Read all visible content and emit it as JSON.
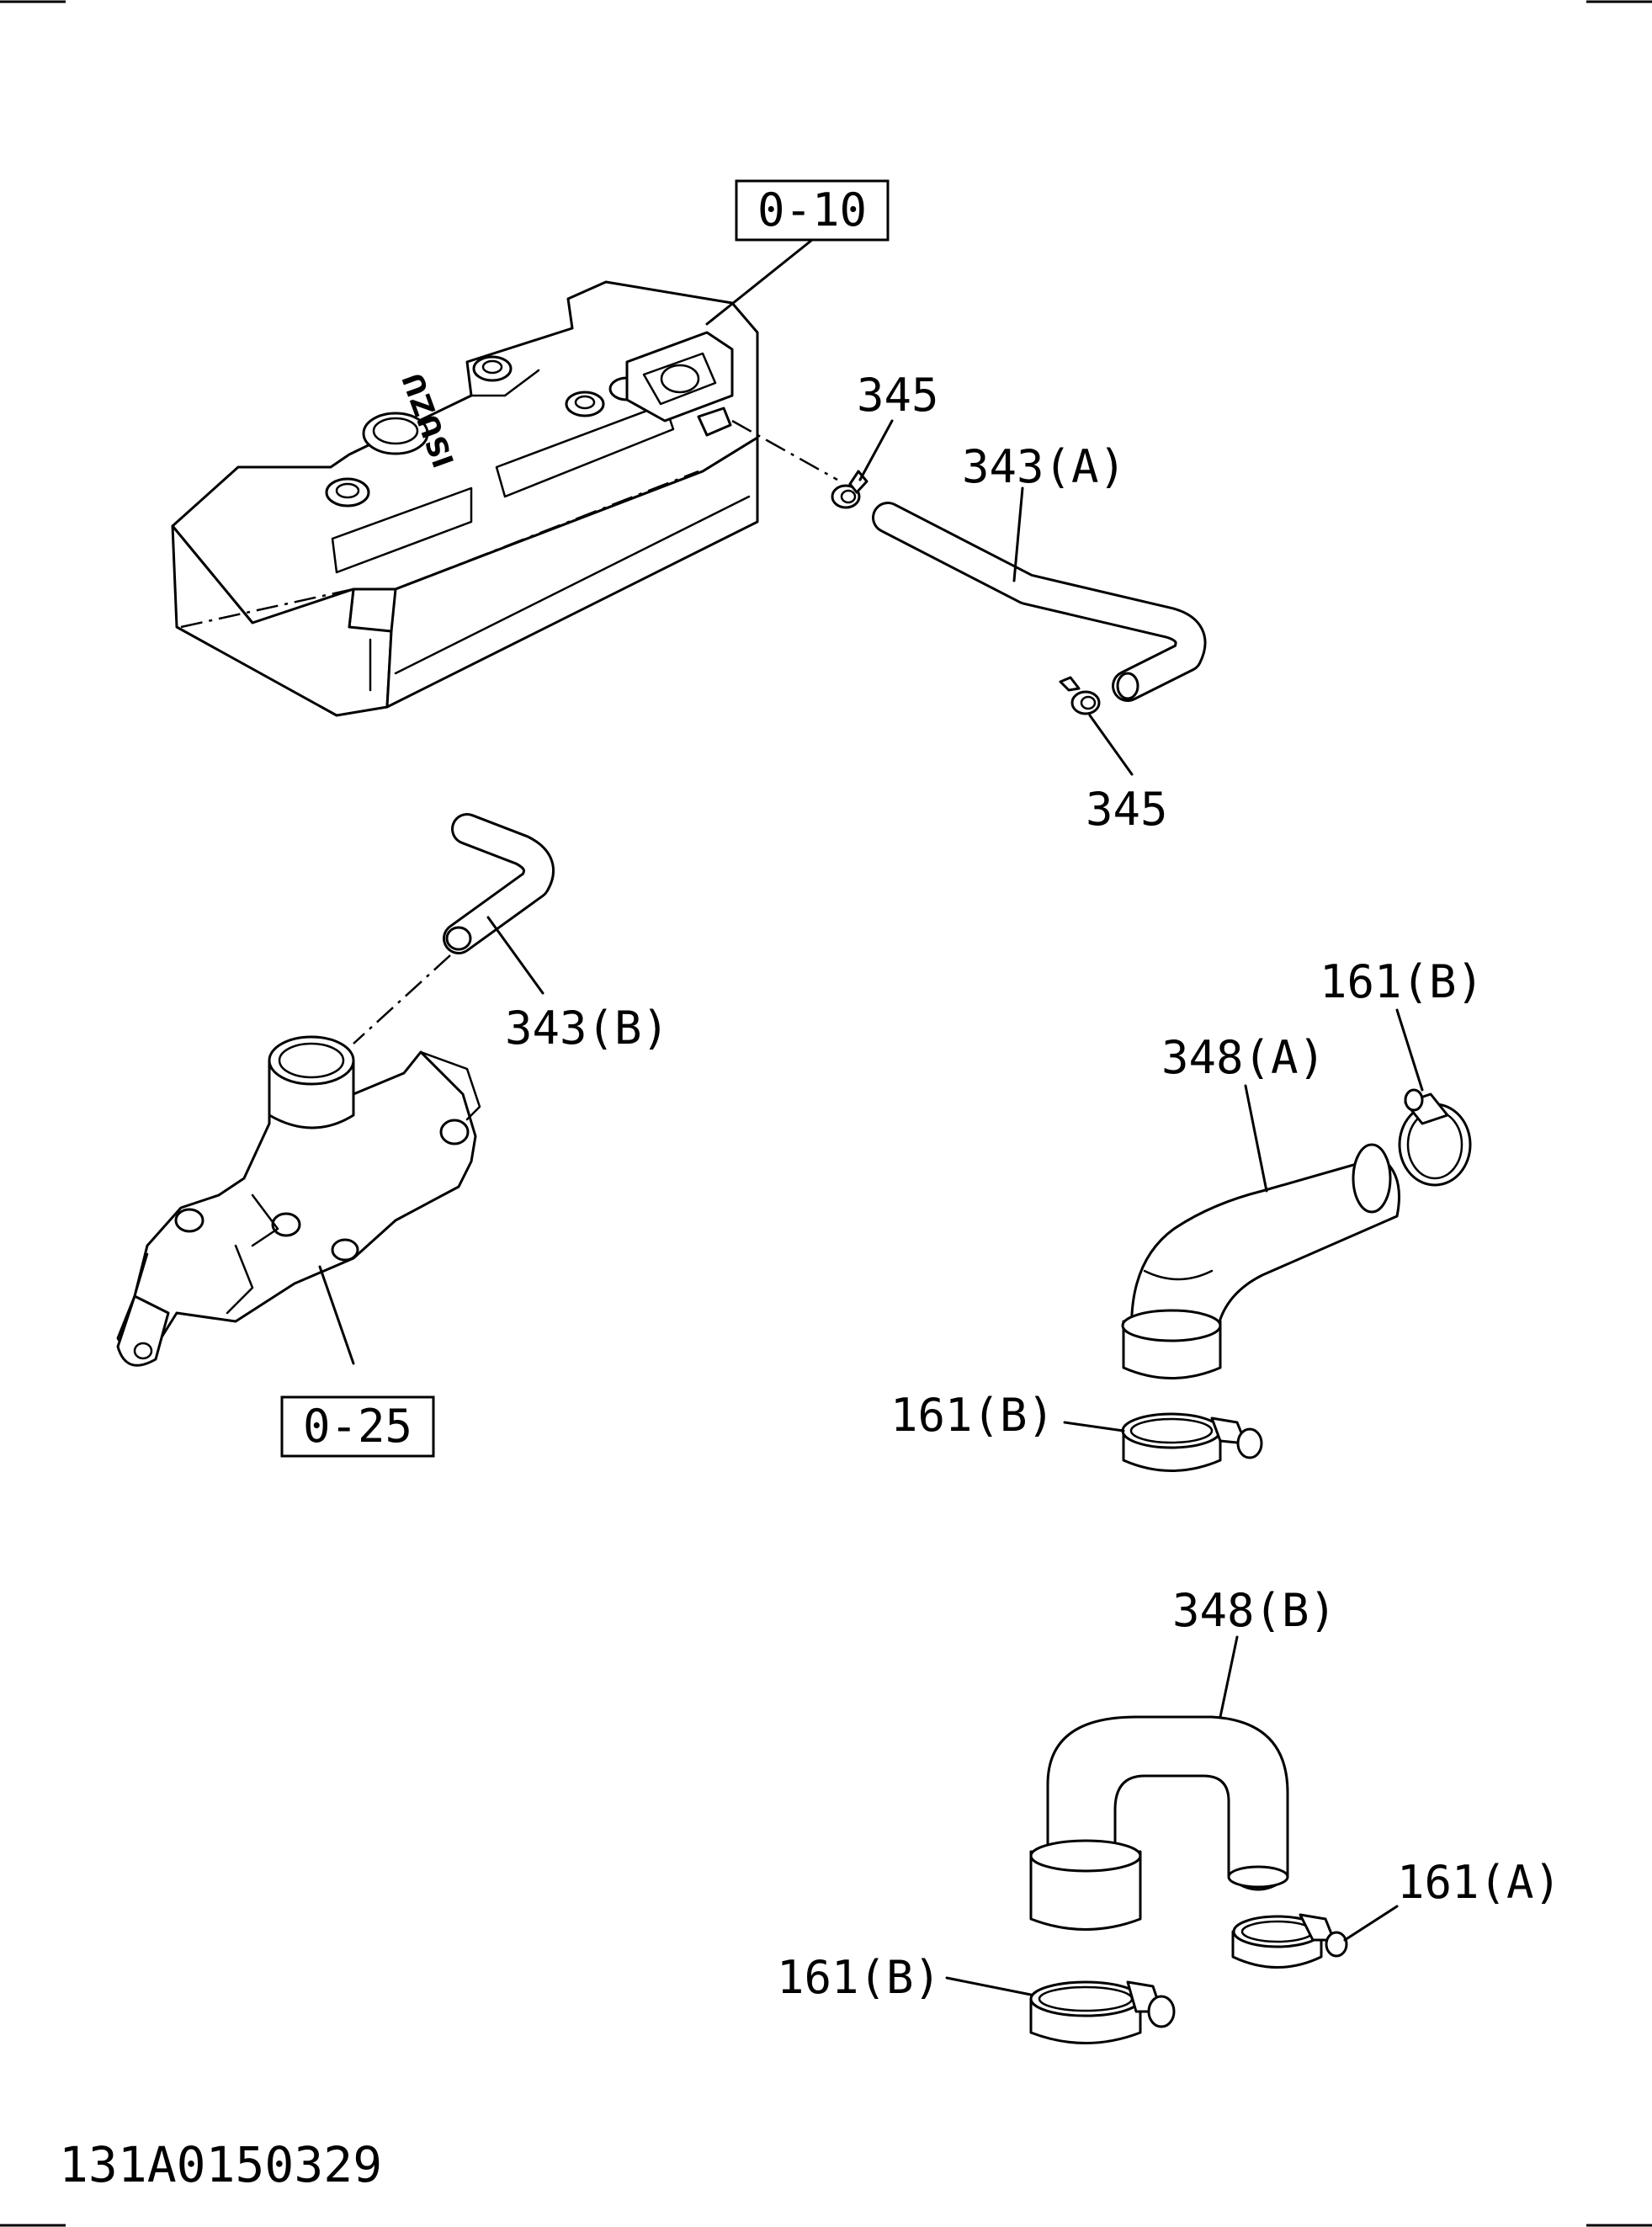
{
  "callouts": {
    "ref_valve_cover": "0-10",
    "ref_thermostat_housing": "0-25",
    "clamp_345_top": "345",
    "hose_343a": "343(A)",
    "clamp_345_bottom": "345",
    "hose_343b": "343(B)",
    "clamp_161b_upper": "161(B)",
    "hose_348a": "348(A)",
    "clamp_161b_mid": "161(B)",
    "hose_348b": "348(B)",
    "clamp_161a": "161(A)",
    "clamp_161b_lower": "161(B)"
  },
  "cover_logo": "ISUZU",
  "footer": {
    "diagram_id": "131A0150329"
  }
}
